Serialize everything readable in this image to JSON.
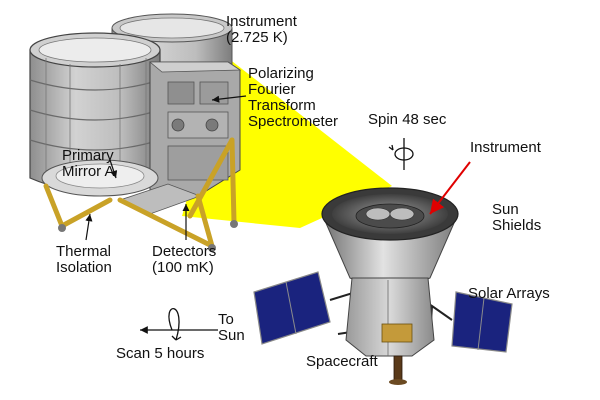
{
  "labels": {
    "instrument_top": [
      "Instrument",
      "(2.725 K)"
    ],
    "spectrometer": [
      "Polarizing",
      "Fourier",
      "Transform",
      "Spectrometer"
    ],
    "primary_mirror": [
      "Primary",
      "Mirror A"
    ],
    "thermal_isolation": [
      "Thermal",
      "Isolation"
    ],
    "detectors": [
      "Detectors",
      "(100 mK)"
    ],
    "spin": "Spin 48 sec",
    "instrument_right": "Instrument",
    "sun_shields": [
      "Sun",
      "Shields"
    ],
    "solar_arrays": "Solar Arrays",
    "to_sun": [
      "To",
      "Sun"
    ],
    "scan": "Scan 5 hours",
    "spacecraft": "Spacecraft"
  },
  "colors": {
    "beam": "#ffff00",
    "red_arrow": "#e00000",
    "solar_panel": "#1a237e",
    "legs": "#c9a227",
    "metal": "#b8b8b8"
  }
}
